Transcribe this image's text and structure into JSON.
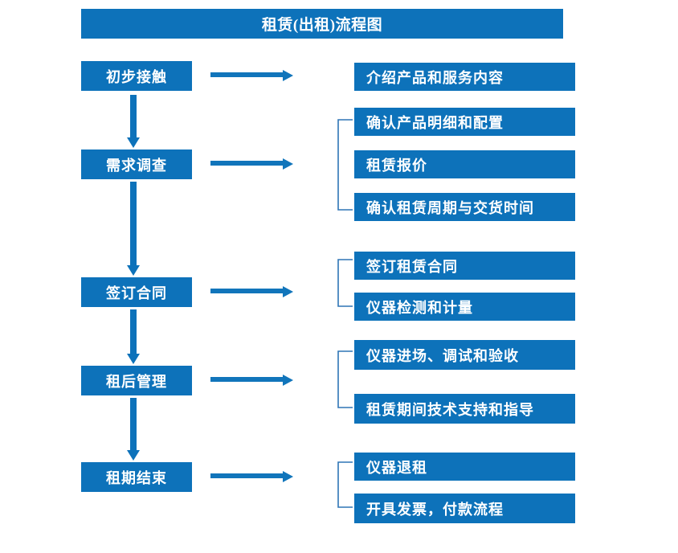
{
  "chart": {
    "title": "租赁(出租)流程图",
    "accent_color": "#0d72ba",
    "bracket_color": "#2e75b6",
    "text_color": "#ffffff",
    "background_color": "#ffffff"
  },
  "stages": [
    {
      "label": "初步接触"
    },
    {
      "label": "需求调查"
    },
    {
      "label": "签订合同"
    },
    {
      "label": "租后管理"
    },
    {
      "label": "租期结束"
    }
  ],
  "tasks": [
    {
      "label": "介绍产品和服务内容"
    },
    {
      "label": "确认产品明细和配置"
    },
    {
      "label": "租赁报价"
    },
    {
      "label": "确认租赁周期与交货时间"
    },
    {
      "label": "签订租赁合同"
    },
    {
      "label": "仪器检测和计量"
    },
    {
      "label": "仪器进场、调试和验收"
    },
    {
      "label": "租赁期间技术支持和指导"
    },
    {
      "label": "仪器退租"
    },
    {
      "label": "开具发票，付款流程"
    }
  ]
}
